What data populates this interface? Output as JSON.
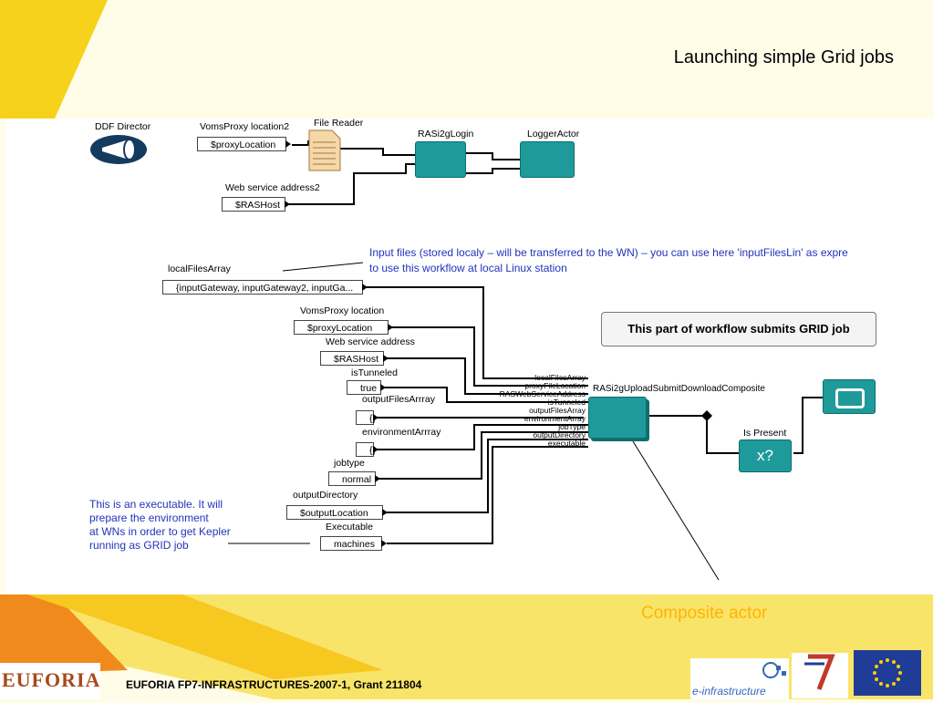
{
  "slide": {
    "title": "Launching simple Grid jobs",
    "composite_label": "Composite actor",
    "footer": "EUFORIA FP7-INFRASTRUCTURES-2007-1, Grant 211804",
    "logos": {
      "euforia": "EUFORIA",
      "einfrastructure": "e-infrastructure"
    }
  },
  "top_workflow": {
    "director": "DDF Director",
    "voms_label": "VomsProxy location2",
    "voms_value": "$proxyLocation",
    "file_reader": "File Reader",
    "login_actor": "RASi2gLogin",
    "logger_actor": "LoggerActor",
    "web_label": "Web service address2",
    "web_value": "$RASHost"
  },
  "annotations": {
    "input_files_line1": "Input files (stored localy – will be transferred to the WN) – you can use here 'inputFilesLin' as expre",
    "input_files_line2": "to use this workflow at local Linux station",
    "executable_note": [
      "This is an executable. It will",
      "prepare the environment",
      "at WNs in order to get Kepler",
      "running as GRID job"
    ],
    "submit_note": "This part of workflow submits GRID job"
  },
  "params": [
    {
      "label": "localFilesArray",
      "value": "{inputGateway, inputGateway2, inputGa..."
    },
    {
      "label": "VomsProxy location",
      "value": "$proxyLocation"
    },
    {
      "label": "Web service address",
      "value": "$RASHost"
    },
    {
      "label": "isTunneled",
      "value": "true"
    },
    {
      "label": "outputFilesArrray",
      "value": "{}"
    },
    {
      "label": "environmentArrray",
      "value": "{}"
    },
    {
      "label": "jobtype",
      "value": "normal"
    },
    {
      "label": "outputDirectory",
      "value": "$outputLocation"
    },
    {
      "label": "Executable",
      "value": "machines"
    }
  ],
  "composite": {
    "name": "RASi2gUploadSubmitDownloadComposite",
    "ports": [
      "localFilesArray",
      "proxyFileLocation",
      "RASWebServiceAddress",
      "isTunneled",
      "outputFilesArray",
      "environmentArray",
      "jobType",
      "outputDirectory",
      "executable"
    ]
  },
  "is_present": {
    "label": "Is Present",
    "symbol": "x?"
  },
  "colors": {
    "actor": "#1e9a9a",
    "annotation": "#2233bb",
    "composite_label": "#ffb400",
    "accent_yellow": "#f7d21a",
    "accent_orange": "#f08a1c"
  }
}
